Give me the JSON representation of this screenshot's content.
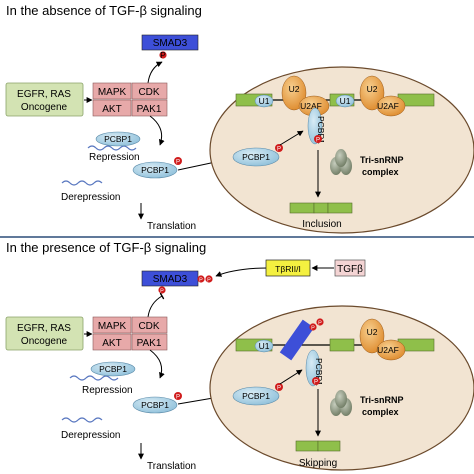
{
  "panel_top": {
    "title": "In the absence of TGF-β signaling",
    "smad3": "SMAD3",
    "egfr_box": {
      "line1": "EGFR, RAS",
      "line2": "Oncogene"
    },
    "kinases": {
      "mapk": "MAPK",
      "cdk": "CDK",
      "akt": "AKT",
      "pak1": "PAK1"
    },
    "pcbp1_a": "PCBP1",
    "pcbp1_b": "PCBP1",
    "pcbp1_cell": "PCBP1",
    "repression": "Repression",
    "derepression": "Derepression",
    "translation": "Translation",
    "u1": "U1",
    "u2_a": "U2",
    "u2af_a": "U2AF",
    "u1_b": "U1",
    "u2_b": "U2",
    "u2af_b": "U2AF",
    "pcbp1_bound": "PCBP1",
    "tri_snrnp_line1": "Tri-snRNP",
    "tri_snrnp_line2": "complex",
    "outcome": "Inclusion",
    "phospho": "P"
  },
  "panel_bottom": {
    "title": "In the presence of TGF-β signaling",
    "smad3": "SMAD3",
    "receptor": "TβRII/I",
    "ligand": "TGFβ",
    "egfr_box": {
      "line1": "EGFR, RAS",
      "line2": "Oncogene"
    },
    "kinases": {
      "mapk": "MAPK",
      "cdk": "CDK",
      "akt": "AKT",
      "pak1": "PAK1"
    },
    "pcbp1_a": "PCBP1",
    "pcbp1_b": "PCBP1",
    "pcbp1_cell": "PCBP1",
    "repression": "Repression",
    "derepression": "Derepression",
    "translation": "Translation",
    "u1": "U1",
    "u2": "U2",
    "u2af": "U2AF",
    "pcbp1_bound": "PCBP1",
    "tri_snrnp_line1": "Tri-snRNP",
    "tri_snrnp_line2": "complex",
    "outcome": "Skipping",
    "phospho": "P"
  },
  "colors": {
    "smad3": "#3d4fd8",
    "egfr_box": "#d3e3b3",
    "kinase": "#e7a9a9",
    "pcbp1": "#a8cfe3",
    "nucleus": "#f2e4d2",
    "u2_orange": "#e9a24c",
    "exon_green": "#8fbf4a",
    "phospho_red": "#d01c1c",
    "receptor_yellow": "#f4f040",
    "tgfb_pink": "#f4d4d4",
    "snrnp_gray": "#8f9a82"
  }
}
